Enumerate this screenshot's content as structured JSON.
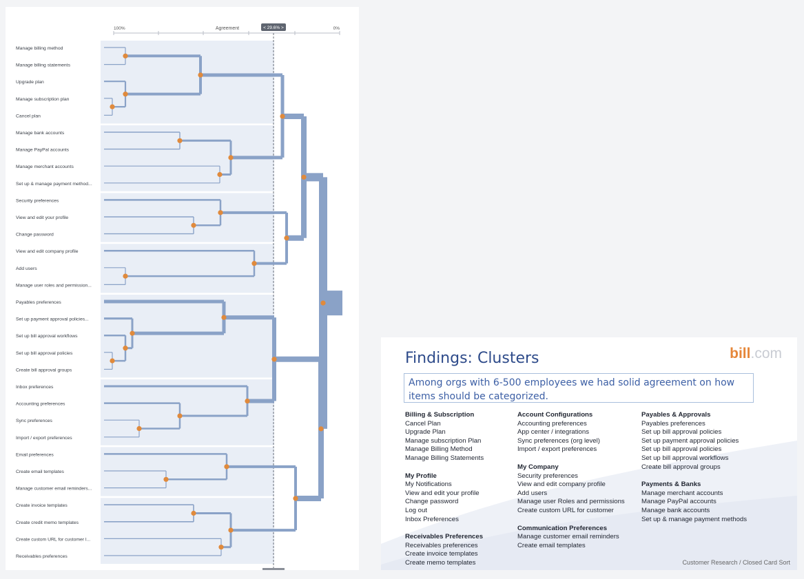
{
  "dendrogram": {
    "axis": {
      "left_label": "100%",
      "center_label": "Agreement",
      "right_label": "0%",
      "cutoff_label": "< 29.6% >",
      "cutoff_fraction": 0.296
    },
    "leaves": [
      "Manage billing method",
      "Manage billing statements",
      "Upgrade plan",
      "Manage subscription plan",
      "Cancel plan",
      "Manage bank accounts",
      "Manage PayPal accounts",
      "Manage merchant accounts",
      "Set up & manage payment method...",
      "Security preferences",
      "View and edit your profile",
      "Change password",
      "View and edit company profile",
      "Add users",
      "Manage user roles and permission...",
      "Payables preferences",
      "Set up payment approval policies...",
      "Set up bill approval workflows",
      "Set up bill approval policies",
      "Create bill approval groups",
      "Inbox preferences",
      "Accounting preferences",
      "Sync preferences",
      "Import / export preferences",
      "Email preferences",
      "Create email templates",
      "Manage customer email reminders...",
      "Create invoice templates",
      "Create credit memo templates",
      "Create custom URL for customer l...",
      "Receivables preferences"
    ],
    "cluster_bands": [
      [
        0,
        4
      ],
      [
        5,
        8
      ],
      [
        9,
        11
      ],
      [
        12,
        14
      ],
      [
        15,
        19
      ],
      [
        20,
        23
      ],
      [
        24,
        26
      ],
      [
        27,
        30
      ]
    ],
    "colors": {
      "line": "#8aa2c7",
      "node": "#e08a3c",
      "band": "#e9eef6"
    }
  },
  "slide": {
    "title": "Findings: Clusters",
    "logo_bold": "bill",
    "logo_light": ".com",
    "summary": "Among orgs with 6-500 employees we had solid agreement on how items should be categorized.",
    "footer": "Customer Research / Closed Card Sort",
    "columns": [
      [
        {
          "title": "Billing & Subscription",
          "items": [
            "Cancel Plan",
            "Upgrade Plan",
            "Manage subscription Plan",
            "Manage Billing Method",
            "Manage Billing Statements"
          ]
        },
        {
          "title": "My Profile",
          "items": [
            "My Notifications",
            "View and edit your profile",
            "Change password",
            "Log out",
            "Inbox Preferences"
          ]
        },
        {
          "title": "Receivables Preferences",
          "items": [
            "Receivables preferences",
            "Create invoice templates",
            "Create memo templates"
          ]
        }
      ],
      [
        {
          "title": "Account Configurations",
          "items": [
            "Accounting preferences",
            "App center / integrations",
            "Sync preferences (org level)",
            "Import / export preferences"
          ]
        },
        {
          "title": "My Company",
          "items": [
            "Security preferences",
            "View and edit company profile",
            "Add users",
            "Manage user Roles and permissions",
            "Create custom URL for customer"
          ]
        },
        {
          "title": "Communication Preferences",
          "items": [
            "Manage customer email reminders",
            "Create email templates"
          ]
        }
      ],
      [
        {
          "title": "Payables & Approvals",
          "items": [
            "Payables preferences",
            "Set up bill approval policies",
            "Set up payment approval policies",
            "Set up bill approval policies",
            "Set up bill approval workflows",
            "Create bill approval groups"
          ]
        },
        {
          "title": "Payments & Banks",
          "items": [
            "Manage merchant accounts",
            "Manage PayPal accounts",
            "Manage bank accounts",
            "Set up & manage payment methods"
          ]
        }
      ]
    ]
  }
}
